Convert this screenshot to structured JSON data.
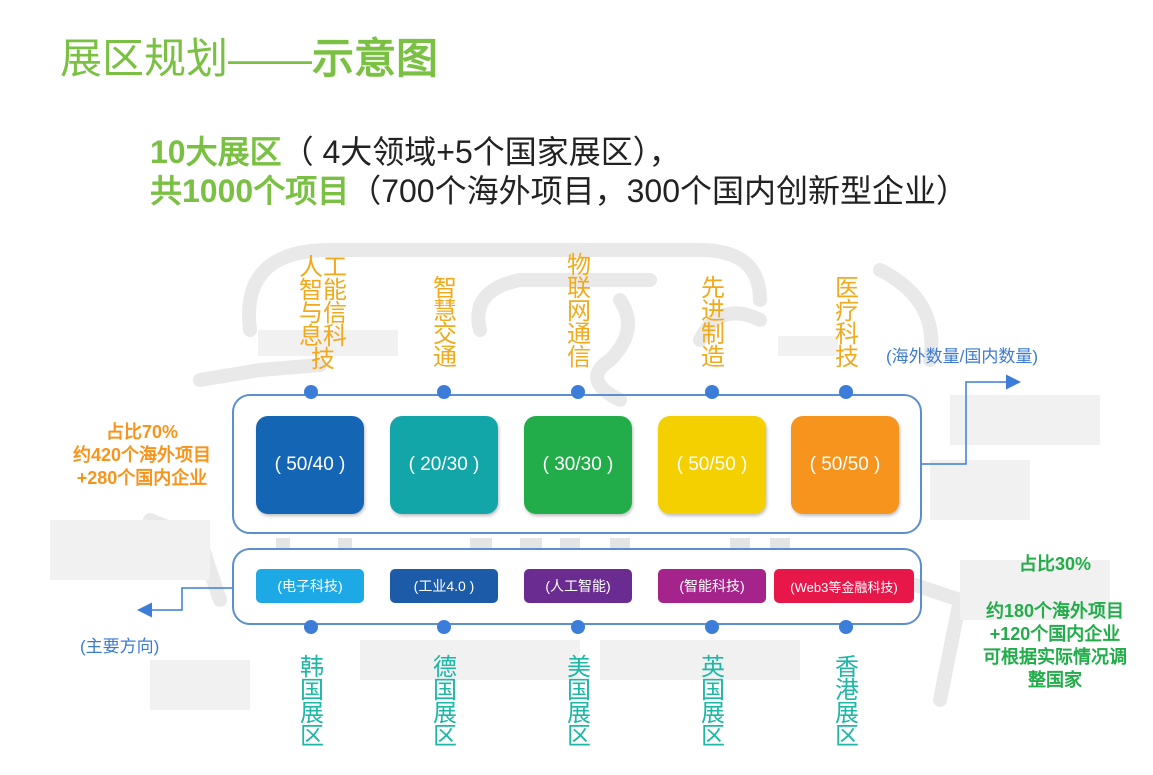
{
  "title": {
    "light": "展区规划——",
    "bold": "示意图"
  },
  "subtitle": {
    "line1_bold": "10大展区",
    "line1_rest": "（ 4大领域+5个国家展区），",
    "line2_bold": "共1000个项目",
    "line2_rest": "（700个海外项目，300个国内创新型企业）"
  },
  "fields": [
    {
      "name": "人工智能与信息科技",
      "count": "( 50/40 )",
      "color": "#1565b5"
    },
    {
      "name": "智慧交通",
      "count": "( 20/30 )",
      "color": "#13a6a8"
    },
    {
      "name": "物联网通信",
      "count": "( 30/30 )",
      "color": "#22ac4a"
    },
    {
      "name": "先进制造",
      "count": "( 50/50 )",
      "color": "#f5d000"
    },
    {
      "name": "医疗科技",
      "count": "( 50/50 )",
      "color": "#f7941d"
    }
  ],
  "countries": [
    {
      "name": "韩国展区",
      "tag": "(电子科技)",
      "color": "#1ca9e6"
    },
    {
      "name": "德国展区",
      "tag": "(工业4.0 )",
      "color": "#1c5ba8"
    },
    {
      "name": "美国展区",
      "tag": "(人工智能)",
      "color": "#6a2c91"
    },
    {
      "name": "英国展区",
      "tag": "(智能科技)",
      "color": "#a5248c"
    },
    {
      "name": "香港展区",
      "tag": "(Web3等金融科技)",
      "color": "#e8174a"
    }
  ],
  "labels": {
    "count_format": "(海外数量/国内数量)",
    "main_direction": "(主要方向)"
  },
  "left_note": {
    "line1": "占比70%",
    "line2": "约420个海外项目",
    "line3": "+280个国内企业",
    "color": "#f7941d"
  },
  "right_note": {
    "line1": "占比30%",
    "line2": "约180个海外项目",
    "line3": "+120个国内企业",
    "line4": "可根据实际情况调",
    "line5": "整国家",
    "color": "#22ac4a"
  }
}
